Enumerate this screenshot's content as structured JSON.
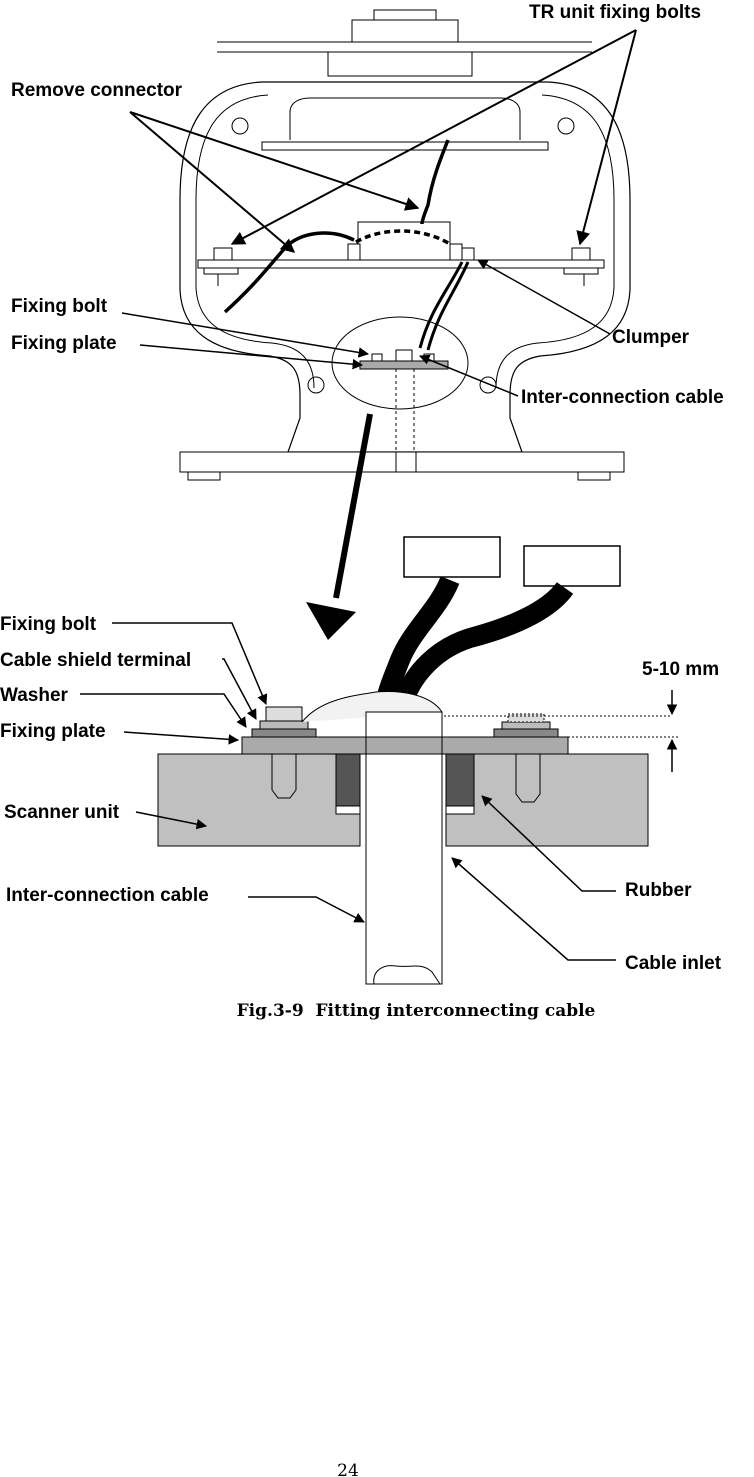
{
  "labels": {
    "tr_unit_fixing_bolts": "TR unit fixing bolts",
    "remove_connector": "Remove connector",
    "fixing_bolt_top": "Fixing bolt",
    "fixing_plate_top": "Fixing plate",
    "clumper": "Clumper",
    "inter_connection_cable_top": "Inter-connection cable",
    "fixing_bolt": "Fixing bolt",
    "cable_shield_terminal": "Cable shield terminal",
    "washer": "Washer",
    "fixing_plate": "Fixing plate",
    "scanner_unit": "Scanner unit",
    "inter_connection_cable": "Inter-connection cable",
    "rubber": "Rubber",
    "cable_inlet": "Cable inlet",
    "gap": "5-10 mm"
  },
  "caption": "Fig.3-9  Fitting interconnecting cable",
  "page_number": "24"
}
